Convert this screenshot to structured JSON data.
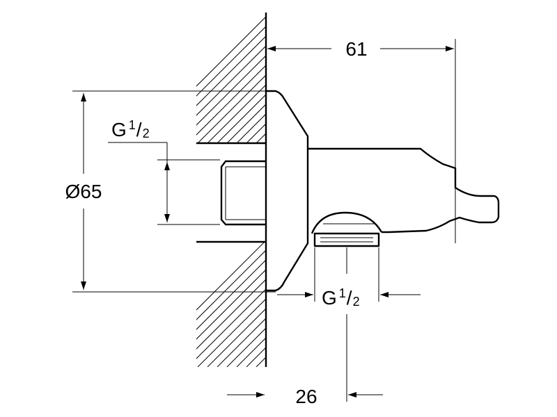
{
  "dimensions": {
    "depth": "61",
    "diameter": "Ø65",
    "wall_offset": "26"
  },
  "threads": {
    "inlet": {
      "base": "G",
      "num": "1",
      "slash": "/",
      "den": "2"
    },
    "outlet": {
      "base": "G",
      "num": "1",
      "slash": "/",
      "den": "2"
    }
  }
}
